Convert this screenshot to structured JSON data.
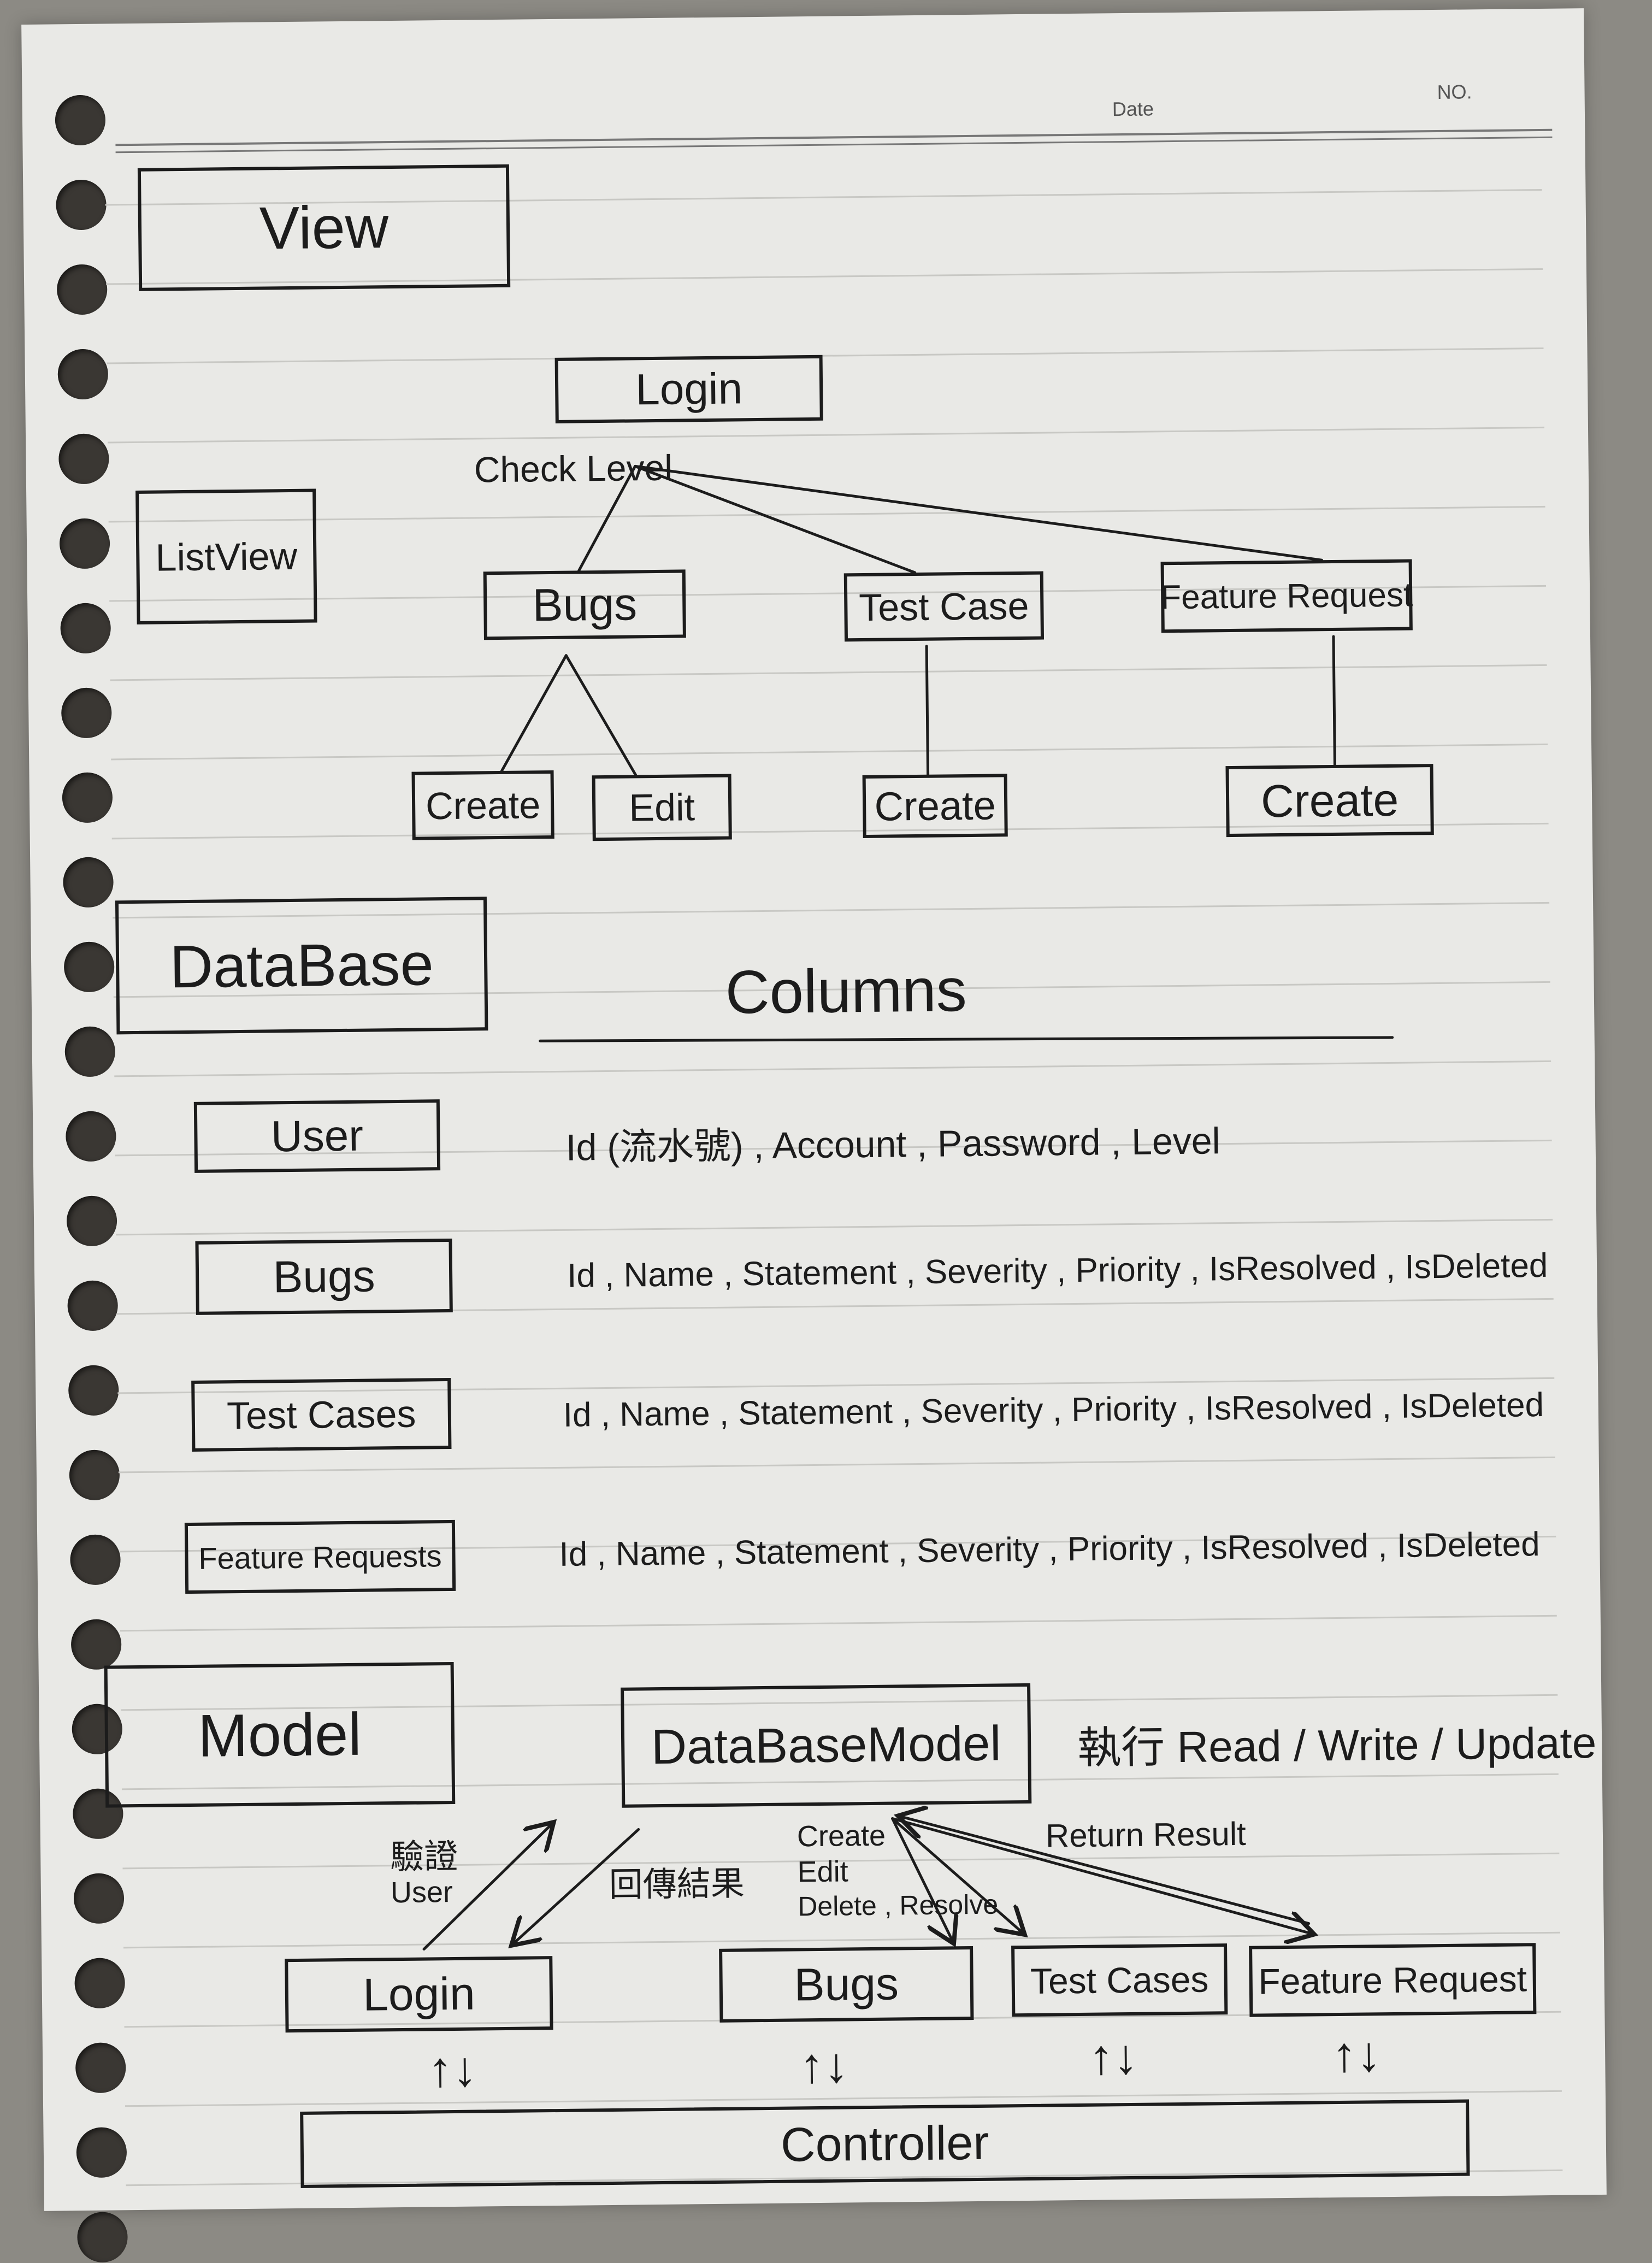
{
  "header": {
    "date_label": "Date",
    "no_label": "NO."
  },
  "view": {
    "title": "View",
    "nodes": {
      "login": "Login",
      "check_level": "Check Level",
      "list_view": "ListView",
      "bugs": "Bugs",
      "test_case": "Test Case",
      "feature_request": "Feature Request",
      "bugs_create": "Create",
      "bugs_edit": "Edit",
      "testcase_create": "Create",
      "feature_create": "Create"
    }
  },
  "database": {
    "title": "DataBase",
    "columns_heading": "Columns",
    "tables": [
      {
        "name": "User",
        "columns": "Id (流水號) , Account , Password , Level"
      },
      {
        "name": "Bugs",
        "columns": "Id , Name , Statement , Severity , Priority , IsResolved , IsDeleted"
      },
      {
        "name": "Test Cases",
        "columns": "Id , Name , Statement , Severity , Priority , IsResolved , IsDeleted"
      },
      {
        "name": "Feature Requests",
        "columns": "Id , Name , Statement , Severity , Priority , IsResolved , IsDeleted"
      }
    ]
  },
  "model": {
    "title": "Model",
    "database_model": "DataBaseModel",
    "db_note": "執行 Read / Write / Update",
    "verify_user_line1": "驗證",
    "verify_user_line2": "User",
    "return_result_zh": "回傳結果",
    "ops_line1": "Create",
    "ops_line2": "Edit",
    "ops_line3": "Delete , Resolve",
    "return_result_en": "Return Result",
    "login": "Login",
    "bugs": "Bugs",
    "test_cases": "Test Cases",
    "feature_request": "Feature Request",
    "controller": "Controller",
    "arrows": "↑↓"
  },
  "colors": {
    "ink": "#1c1c1c",
    "paper": "#e9e9e6",
    "ruling": "#c8c8c4"
  }
}
